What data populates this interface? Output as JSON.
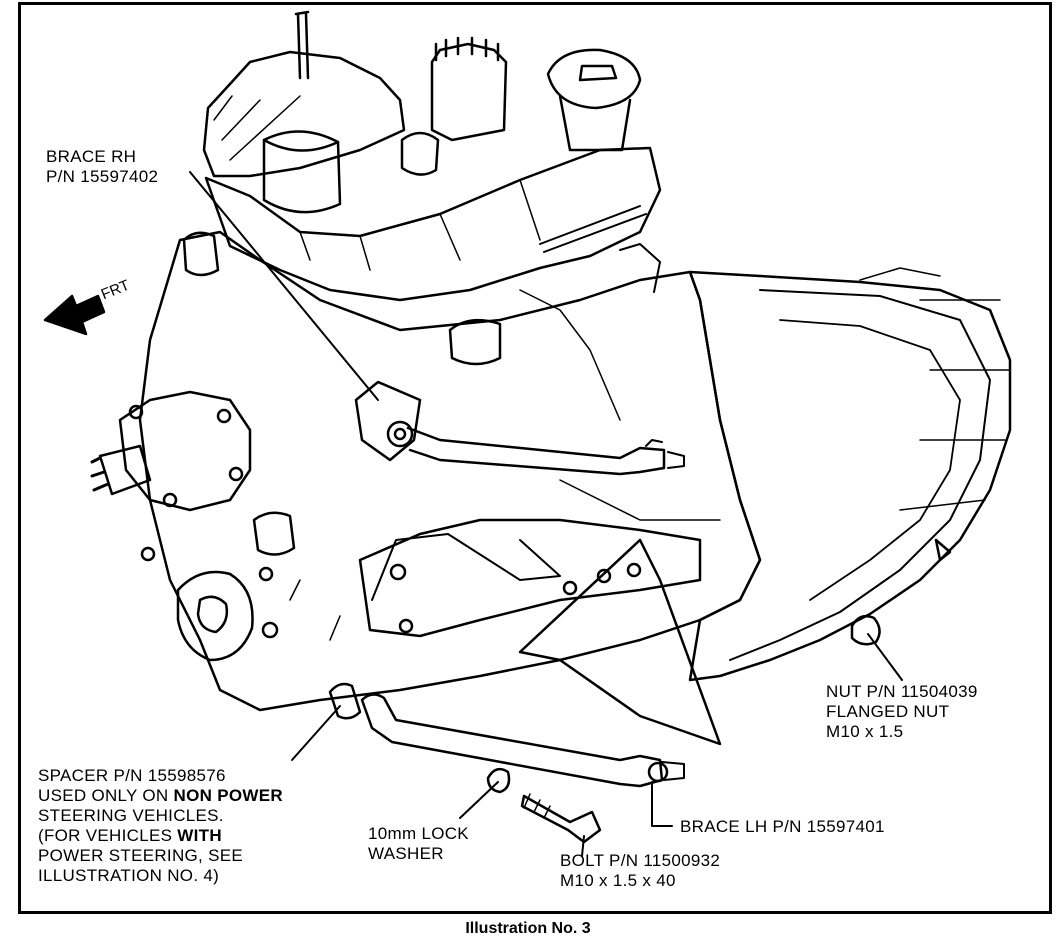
{
  "labels": {
    "brace_rh": [
      "BRACE RH",
      "P/N 15597402"
    ],
    "frt": "FRT",
    "nut": [
      "NUT P/N 11504039",
      "FLANGED NUT",
      "M10 x 1.5"
    ],
    "spacer": {
      "line1": "SPACER P/N 15598576",
      "line2_pre": "USED ONLY ON ",
      "line2_bold": "NON POWER",
      "line3": "STEERING VEHICLES.",
      "line4_pre": "(FOR VEHICLES ",
      "line4_bold": "WITH",
      "line5": "POWER STEERING, SEE",
      "line6": "ILLUSTRATION NO. 4)"
    },
    "lock_washer": [
      "10mm LOCK",
      "WASHER"
    ],
    "brace_lh": "BRACE LH P/N 15597401",
    "bolt": [
      "BOLT P/N 11500932",
      "M10 x 1.5 x 40"
    ]
  },
  "caption": "Illustration No. 3"
}
